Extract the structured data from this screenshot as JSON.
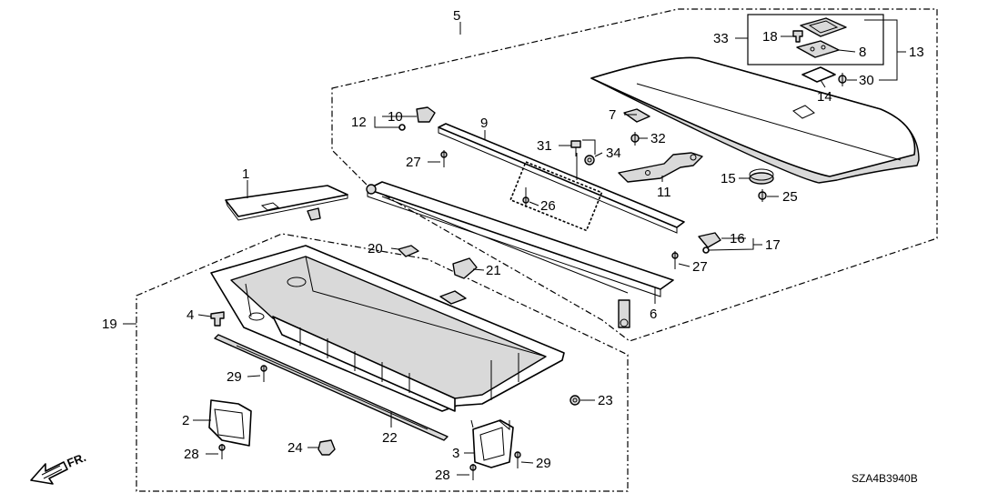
{
  "diagram": {
    "callouts": [
      {
        "id": "c1",
        "text": "1"
      },
      {
        "id": "c2",
        "text": "2"
      },
      {
        "id": "c3",
        "text": "3"
      },
      {
        "id": "c4",
        "text": "4"
      },
      {
        "id": "c5",
        "text": "5"
      },
      {
        "id": "c6",
        "text": "6"
      },
      {
        "id": "c7",
        "text": "7"
      },
      {
        "id": "c8",
        "text": "8"
      },
      {
        "id": "c9",
        "text": "9"
      },
      {
        "id": "c10",
        "text": "10"
      },
      {
        "id": "c11",
        "text": "11"
      },
      {
        "id": "c12",
        "text": "12"
      },
      {
        "id": "c13",
        "text": "13"
      },
      {
        "id": "c14",
        "text": "14"
      },
      {
        "id": "c15",
        "text": "15"
      },
      {
        "id": "c16",
        "text": "16"
      },
      {
        "id": "c17",
        "text": "17"
      },
      {
        "id": "c18",
        "text": "18"
      },
      {
        "id": "c19",
        "text": "19"
      },
      {
        "id": "c20",
        "text": "20"
      },
      {
        "id": "c21",
        "text": "21"
      },
      {
        "id": "c22",
        "text": "22"
      },
      {
        "id": "c23",
        "text": "23"
      },
      {
        "id": "c24",
        "text": "24"
      },
      {
        "id": "c25",
        "text": "25"
      },
      {
        "id": "c26",
        "text": "26"
      },
      {
        "id": "c27a",
        "text": "27"
      },
      {
        "id": "c27b",
        "text": "27"
      },
      {
        "id": "c28a",
        "text": "28"
      },
      {
        "id": "c28b",
        "text": "28"
      },
      {
        "id": "c29a",
        "text": "29"
      },
      {
        "id": "c29b",
        "text": "29"
      },
      {
        "id": "c30",
        "text": "30"
      },
      {
        "id": "c31",
        "text": "31"
      },
      {
        "id": "c32",
        "text": "32"
      },
      {
        "id": "c33",
        "text": "33"
      },
      {
        "id": "c34",
        "text": "34"
      }
    ],
    "direction_label": "FR.",
    "diagram_code": "SZA4B3940B",
    "colors": {
      "line": "#000000",
      "background": "#ffffff",
      "shade": "#d9d9d9"
    }
  }
}
